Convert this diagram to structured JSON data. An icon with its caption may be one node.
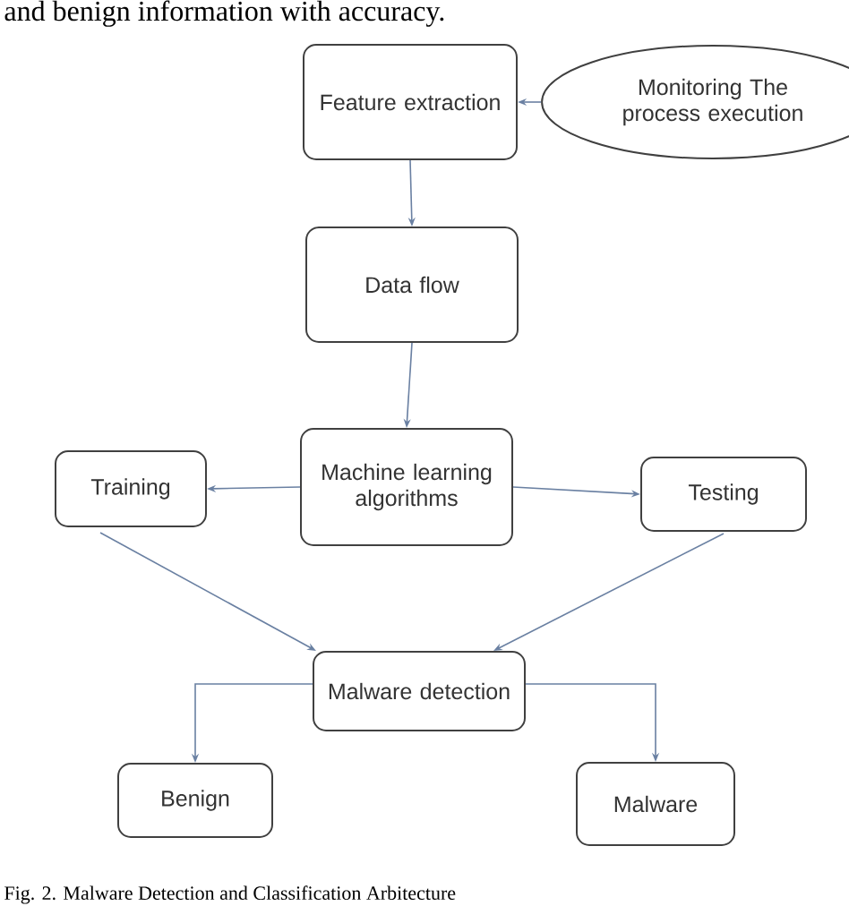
{
  "diagram": {
    "caption": "Fig. 2.   Malware Detection and Classification Arbitecture",
    "nodes": [
      {
        "text": [
          "Feature extraction"
        ]
      },
      {
        "text": [
          "Monitoring The process execution"
        ]
      },
      {
        "text": [
          "Data flow"
        ]
      },
      {
        "text": [
          "Machine learning algorithms"
        ]
      },
      {
        "text": [
          "Training"
        ]
      },
      {
        "text": [
          "Testing"
        ]
      },
      {
        "text": [
          "Malware detection"
        ]
      },
      {
        "text": [
          "Benign"
        ]
      },
      {
        "text": [
          "Malware"
        ]
      }
    ],
    "edges": [
      {
        "from": 1,
        "to": 0,
        "arrow": "to"
      },
      {
        "from": 0,
        "to": 2,
        "arrow": "to"
      },
      {
        "from": 2,
        "to": 3,
        "arrow": "to"
      },
      {
        "from": 3,
        "to": 4,
        "arrow": "to"
      },
      {
        "from": 3,
        "to": 5,
        "arrow": "to"
      },
      {
        "from": 4,
        "to": 6,
        "arrow": "to"
      },
      {
        "from": 5,
        "to": 6,
        "arrow": "to"
      },
      {
        "from": 6,
        "to": 7,
        "arrow": "to"
      },
      {
        "from": 6,
        "to": 8,
        "arrow": "to"
      }
    ],
    "labels": [
      "and benign information with accuracy."
    ]
  }
}
